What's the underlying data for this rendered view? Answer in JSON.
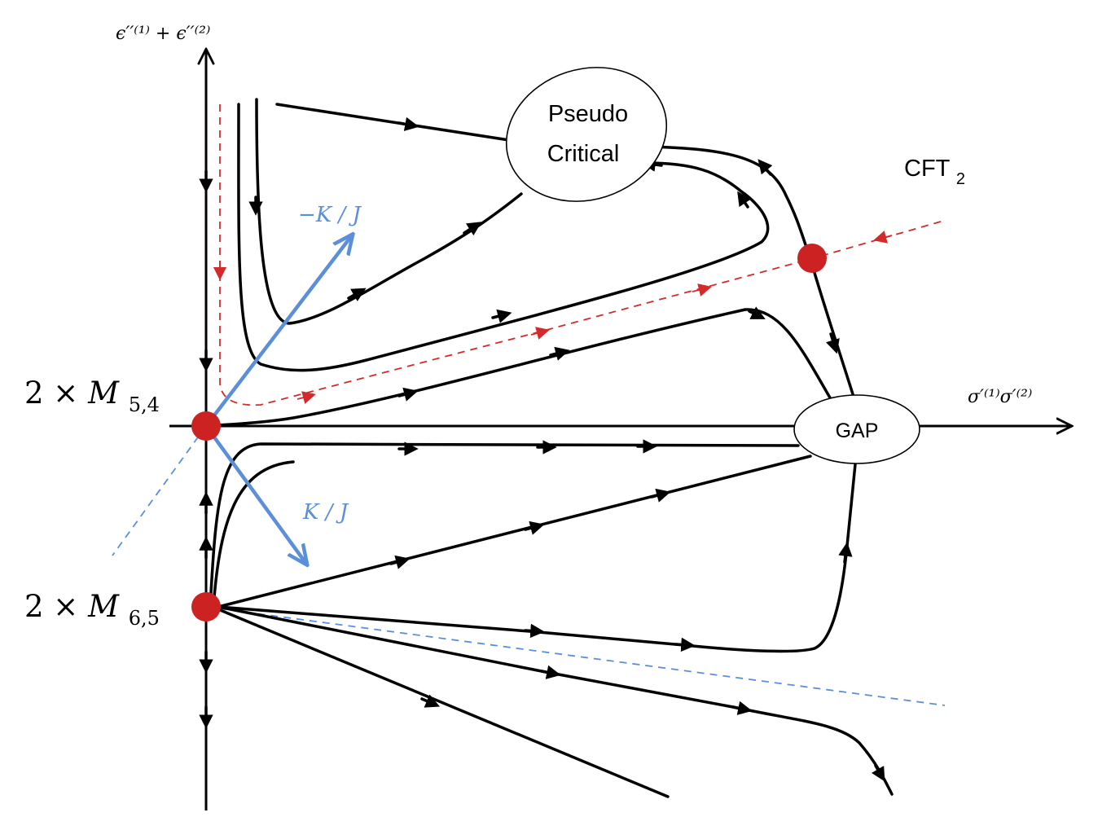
{
  "axes": {
    "x_label": "σ′⁽¹⁾σ′⁽²⁾",
    "y_label": "ϵ′′⁽¹⁾ + ϵ′′⁽²⁾"
  },
  "fixed_points": {
    "m54": {
      "label_prefix": "2 × ",
      "label_main": "M",
      "label_sub": "5,4"
    },
    "m65": {
      "label_prefix": "2 × ",
      "label_main": "M",
      "label_sub": "6,5"
    },
    "cft2": {
      "label_main": "CFT",
      "label_sub": "2"
    }
  },
  "regions": {
    "pseudo_critical": [
      "Pseudo",
      "Critical"
    ],
    "gap": "GAP"
  },
  "vectors": {
    "minus_k_over_j": "−K / J",
    "k_over_j": "K / J"
  },
  "colors": {
    "flow": "#000000",
    "fixed_point": "#cc2222",
    "red_dashed_flow": "#d42a2a",
    "blue_vector": "#5b8fd9"
  }
}
